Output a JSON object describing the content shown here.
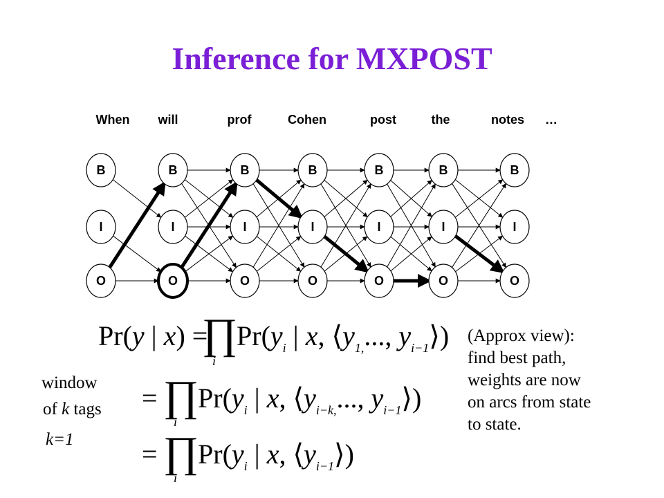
{
  "title": "Inference for MXPOST",
  "words": [
    "When",
    "will",
    "prof",
    "Cohen",
    "post",
    "the",
    "notes",
    "…"
  ],
  "states": [
    "B",
    "I",
    "O"
  ],
  "equations": {
    "eq1_lhs": "Pr(y | x) =",
    "eq1_rhs": "Pr(y_i | x, ⟨y_1,...,y_i-1⟩)",
    "eq2_rhs": "Pr(y_i | x, ⟨y_i-k,...,y_i-1⟩)",
    "eq3_rhs": "Pr(y_i | x, ⟨y_i-1⟩)",
    "product_index": "i"
  },
  "left_notes": {
    "line1": "window",
    "line2_prefix": "of ",
    "line2_var": "k",
    "line2_suffix": " tags",
    "line3": "k=1"
  },
  "right_note": [
    "(Approx view):",
    "find best path,",
    "weights are now",
    "on arcs from state",
    "to state."
  ],
  "colors": {
    "title": "#7b1fd6",
    "ink": "#000000"
  }
}
